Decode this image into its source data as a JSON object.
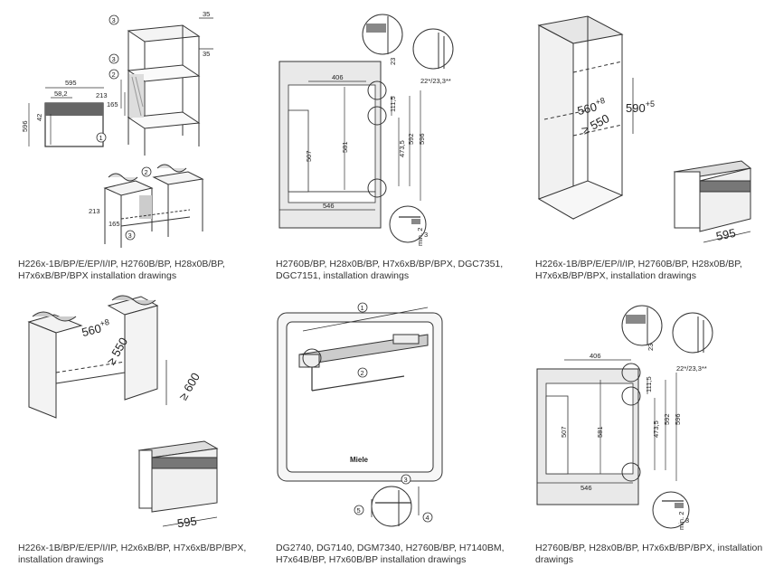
{
  "panels": [
    {
      "caption": "H226x-1B/BP/E/EP/I/IP, H2760B/BP, H28x0B/BP, H7x6xB/BP/BPX installation drawings",
      "labels": {
        "d595": "595",
        "d58": "58,2",
        "d596": "596",
        "d42": "42",
        "d213": "213",
        "d165": "165",
        "d35a": "35",
        "d35b": "35",
        "d213b": "213",
        "d165b": "165",
        "c1": "1",
        "c2": "2",
        "c3a": "3",
        "c3b": "3",
        "c2b": "2",
        "c3c": "3"
      }
    },
    {
      "caption": "H2760B/BP, H28x0B/BP, H7x6xB/BP/BPX, DGC7351, DGC7151, installation drawings",
      "labels": {
        "d406": "406",
        "d507": "507",
        "d581": "581",
        "d111": "111,5",
        "d473": "473,5",
        "d592": "592",
        "d596": "596",
        "d546": "546",
        "d23": "23",
        "d22": "22*/23,3**",
        "dmin": "min. 2",
        "d3": "3"
      }
    },
    {
      "caption": "H226x-1B/BP/E/EP/I/IP, H2760B/BP, H28x0B/BP, H7x6xB/BP/BPX, installation drawings",
      "labels": {
        "d560": "560",
        "d560sup": "+8",
        "d550": "≥ 550",
        "d590": "590",
        "d590sup": "+5",
        "d595": "595"
      }
    },
    {
      "caption": "H226x-1B/BP/E/EP/I/IP, H2x6xB/BP, H7x6xB/BP/BPX, installation drawings",
      "labels": {
        "d560": "560",
        "d560sup": "+8",
        "d550": "≥ 550",
        "d600": "≥ 600",
        "d595": "595"
      }
    },
    {
      "caption": "DG2740, DG7140, DGM7340, H2760B/BP, H7140BM, H7x64B/BP, H7x60B/BP installation drawings",
      "labels": {
        "c1": "1",
        "c2": "2",
        "c3": "3",
        "c4": "4",
        "c5": "5",
        "brand": "Miele"
      }
    },
    {
      "caption": "H2760B/BP, H28x0B/BP, H7x6xB/BP/BPX, installation drawings",
      "labels": {
        "d406": "406",
        "d507": "507",
        "d581": "581",
        "d111": "111,5",
        "d473": "473,5",
        "d592": "592",
        "d596": "596",
        "d546": "546",
        "d23": "23",
        "d22": "22*/23,3**",
        "dmin": "min. 2",
        "d3": "3"
      }
    }
  ],
  "colors": {
    "line": "#333333",
    "hatch": "#9a9a9a",
    "fill": "#f2f2f2",
    "dark": "#555555"
  }
}
